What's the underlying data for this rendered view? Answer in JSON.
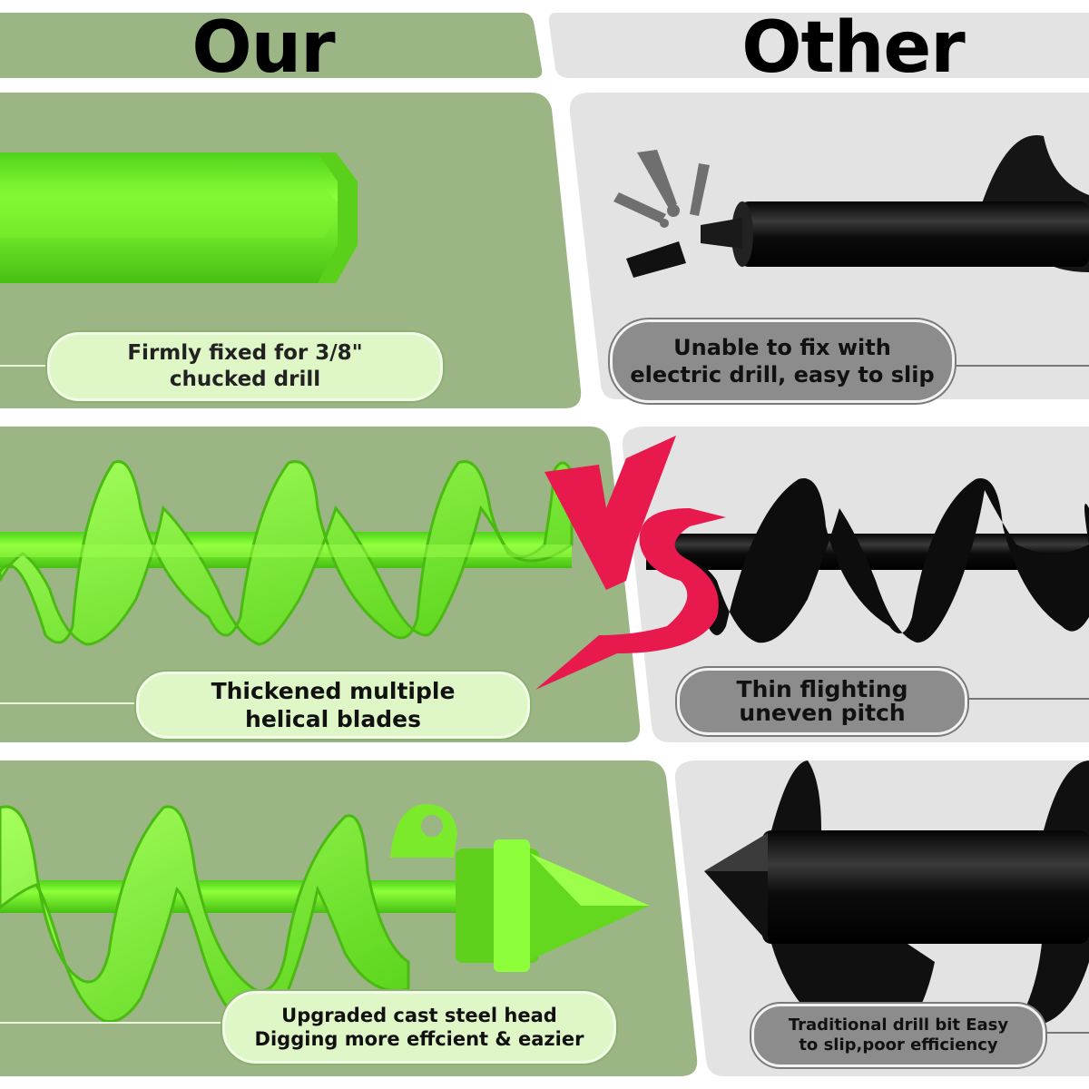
{
  "headers": {
    "ours": "Our",
    "other": "Other"
  },
  "rows": [
    {
      "ours": {
        "line1": "Firmly fixed for 3/8\"",
        "line2": "chucked drill"
      },
      "other": {
        "line1": "Unable to fix with",
        "line2": "electric drill, easy to slip"
      }
    },
    {
      "ours": {
        "line1": "Thickened multiple",
        "line2": "helical blades"
      },
      "other": {
        "line1": "Thin flighting",
        "line2": "uneven pitch"
      }
    },
    {
      "ours": {
        "line1": "Upgraded cast steel head",
        "line2": "Digging more effcient & eazier"
      },
      "other": {
        "line1": "Traditional drill bit Easy",
        "line2": "to slip,poor efficiency"
      }
    }
  ],
  "vs_text": "VS",
  "colors": {
    "ours_panel": "#9bb585",
    "other_panel": "#e3e3e3",
    "ours_pill": "#dff6c7",
    "other_pill": "#8c8c8c",
    "lime": "#6ee61e",
    "vs_red": "#e8194c",
    "black": "#111111"
  },
  "icons": [
    "hex-shank-icon",
    "auger-blade-icon",
    "cone-tip-icon",
    "broken-shank-icon",
    "vs-badge-icon"
  ]
}
